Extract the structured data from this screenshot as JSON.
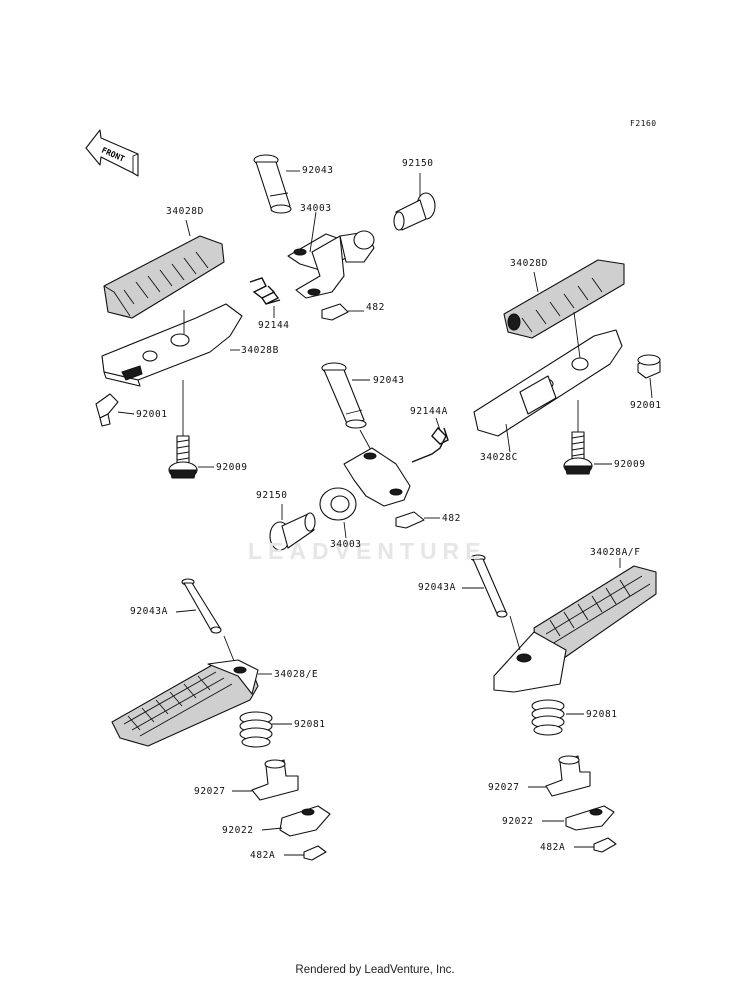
{
  "figure_code": "F2160",
  "front_label": "FRONT",
  "watermark": "LEADVENTURE",
  "footer": "Rendered by LeadVenture, Inc.",
  "labels": {
    "top_pin": "92043",
    "top_bracket": "34003",
    "top_bolt": "92150",
    "top_spring": "92144",
    "top_clip": "482",
    "left_rubber": "34028D",
    "left_step": "34028B",
    "left_nut": "92001",
    "left_bolt": "92009",
    "right_rubber": "34028D",
    "right_step": "34028C",
    "right_nut": "92001",
    "right_bolt": "92009",
    "mid_pin": "92043",
    "mid_spring": "92144A",
    "mid_bolt": "92150",
    "mid_bracket": "34003",
    "mid_clip": "482",
    "rear_left_pin": "92043A",
    "rear_left_step": "34028/E",
    "rear_left_spring": "92081",
    "rear_left_holder": "92027",
    "rear_left_ball": "92022",
    "rear_left_clip": "482A",
    "rear_right_step": "34028A/F",
    "rear_right_pin": "92043A",
    "rear_right_spring": "92081",
    "rear_right_holder": "92027",
    "rear_right_ball": "92022",
    "rear_right_clip": "482A"
  }
}
